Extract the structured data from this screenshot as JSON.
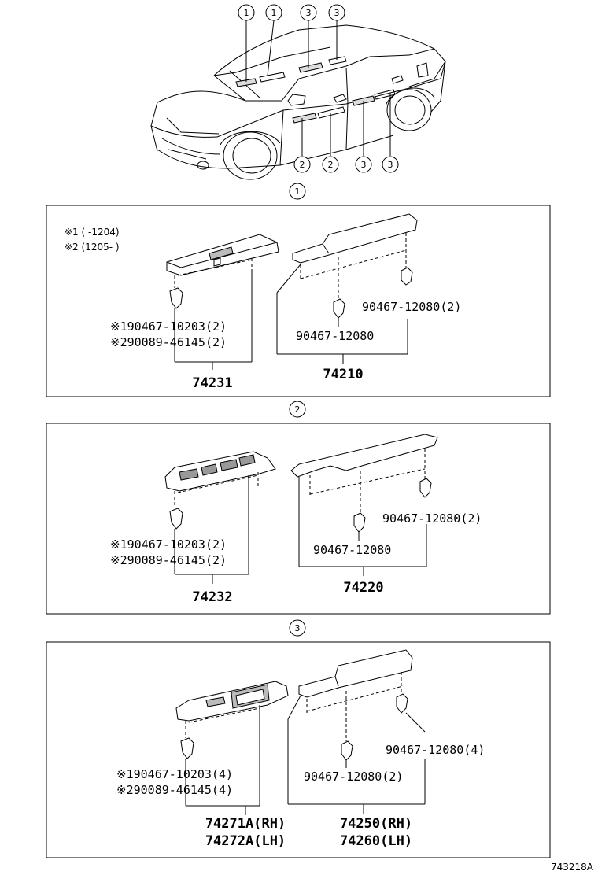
{
  "callouts": {
    "top": [
      "1",
      "1",
      "3",
      "3"
    ],
    "bottom": [
      "2",
      "2",
      "3",
      "3"
    ]
  },
  "sections": [
    {
      "number": "1",
      "notes": [
        "※1 (    -1204)",
        "※2 (1205-      )"
      ],
      "left_parts": [
        "※190467-10203(2)",
        "※290089-46145(2)"
      ],
      "left_assembly": [
        "74231"
      ],
      "right_parts_a": "90467-12080(2)",
      "right_parts_b": "90467-12080",
      "right_assembly": [
        "74210"
      ]
    },
    {
      "number": "2",
      "left_parts": [
        "※190467-10203(2)",
        "※290089-46145(2)"
      ],
      "left_assembly": [
        "74232"
      ],
      "right_parts_a": "90467-12080(2)",
      "right_parts_b": "90467-12080",
      "right_assembly": [
        "74220"
      ]
    },
    {
      "number": "3",
      "left_parts": [
        "※190467-10203(4)",
        "※290089-46145(4)"
      ],
      "left_assembly": [
        "74271A(RH)",
        "74272A(LH)"
      ],
      "right_parts_a": "90467-12080(4)",
      "right_parts_b": "90467-12080(2)",
      "right_assembly": [
        "74250(RH)",
        "74260(LH)"
      ]
    }
  ],
  "figure_ref": "743218A"
}
